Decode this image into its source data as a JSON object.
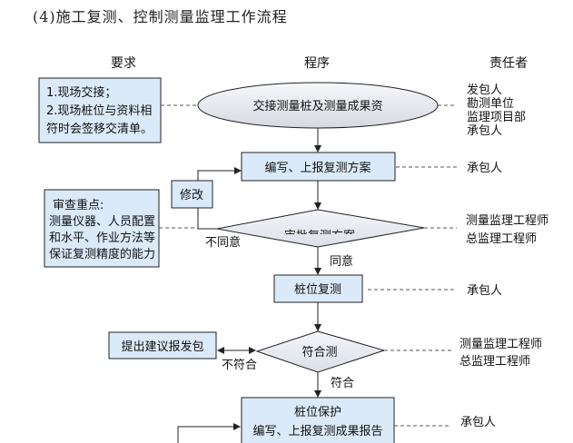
{
  "title": "(4)施工复测、控制测量监理工作流程",
  "columns": {
    "requirements": "要求",
    "procedure": "程序",
    "responsible": "责任者"
  },
  "requirements": [
    {
      "lines": [
        "1.现场交接；",
        "2.现场桩位与资料相",
        "符时会签移交清单。"
      ]
    },
    {
      "lines": [
        "审查重点:",
        "测量仪器、人员配置",
        "和水平、作业方法等",
        "保证复测精度的能力"
      ]
    }
  ],
  "steps": {
    "handover": "交接测量桩及测量成果资",
    "write_plan": "编写、上报复测方案",
    "revise": "修改",
    "approve_plan": "审批复测方案",
    "stake_resurvey": "桩位复测",
    "suggest": "提出建议报发包",
    "check": "符合测",
    "protect_line1": "桩位保护",
    "protect_line2": "编写、上报复测成果报告"
  },
  "branch_labels": {
    "disagree": "不同意",
    "agree": "同意",
    "not_conform": "不符合",
    "conform": "符合"
  },
  "responsible": {
    "handover": [
      "发包人",
      "勘测单位",
      "监理项目部",
      "承包人"
    ],
    "write_plan": [
      "承包人"
    ],
    "approve_plan": [
      "测量监理工程师",
      "总监理工程师"
    ],
    "stake_resurvey": [
      "承包人"
    ],
    "check": [
      "测量监理工程师",
      "总监理工程师"
    ],
    "protect": [
      "承包人"
    ]
  },
  "colors": {
    "box_fill": "#dbeaf9",
    "shape_fill_light": "#f4f6fa",
    "shape_fill_dark": "#d9dde6",
    "line": "#222222",
    "dash": "#555555"
  }
}
